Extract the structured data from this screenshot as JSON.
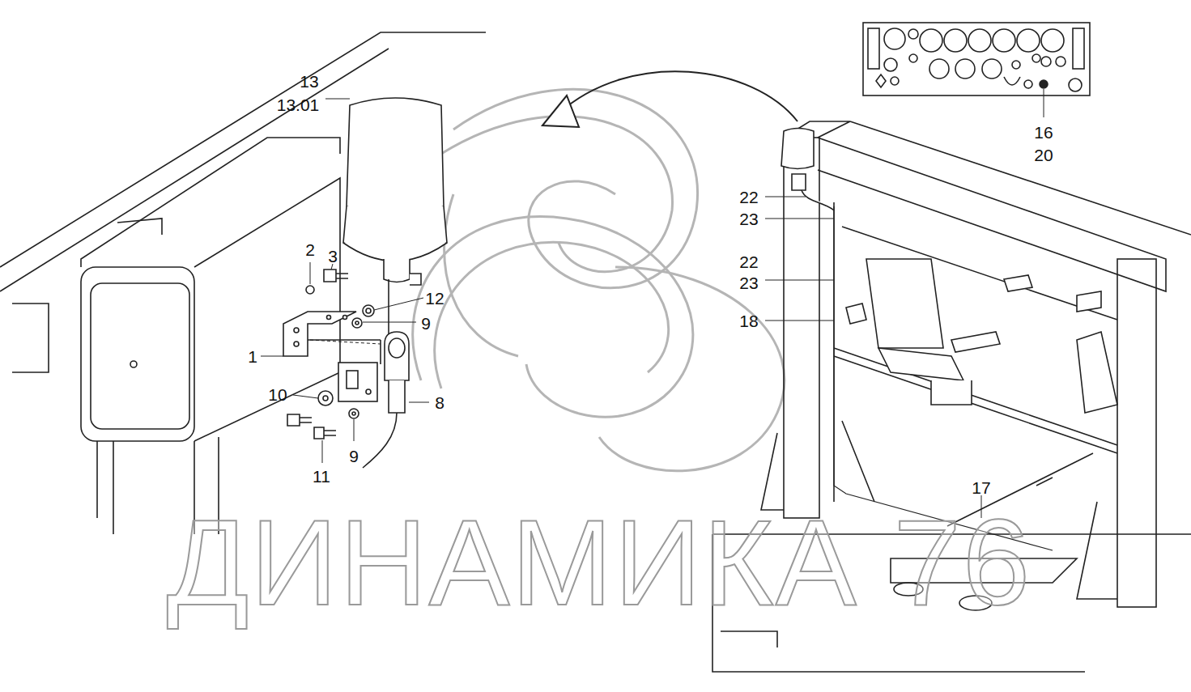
{
  "diagram": {
    "labels": [
      "13",
      "13.01",
      "2",
      "3",
      "12",
      "9",
      "1",
      "10",
      "8",
      "11",
      "9",
      "22",
      "23",
      "22",
      "23",
      "18",
      "16",
      "20",
      "17",
      "ДИНАМИКА 76"
    ]
  }
}
